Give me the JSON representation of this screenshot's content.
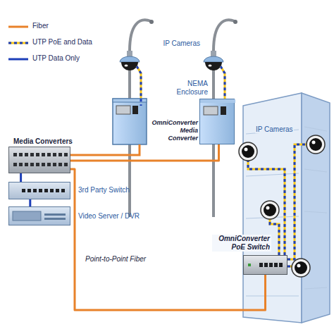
{
  "diagram": {
    "nodes": [
      {
        "text": [
          "Media Converters"
        ]
      },
      {
        "text": [
          "3rd Party Switch"
        ]
      },
      {
        "text": [
          "Video Server / DVR"
        ]
      },
      {
        "text": [
          "NEMA Enclosure",
          "OmniConverter Media Converter"
        ]
      },
      {
        "text": [
          "OmniConverter PoE Switch"
        ]
      }
    ],
    "edges": [
      {
        "from": 0,
        "to": 1,
        "arrow": "none"
      },
      {
        "from": 1,
        "to": 2,
        "arrow": "none"
      },
      {
        "from": 0,
        "to": 3,
        "arrow": "none"
      },
      {
        "from": 0,
        "to": 4,
        "label": "Point-to-Point Fiber",
        "arrow": "none"
      }
    ],
    "labels": [
      "IP Cameras",
      "IP Cameras"
    ],
    "legend": [
      {
        "text": "Fiber"
      },
      {
        "text": "UTP PoE and Data"
      },
      {
        "text": "UTP Data Only"
      }
    ]
  }
}
